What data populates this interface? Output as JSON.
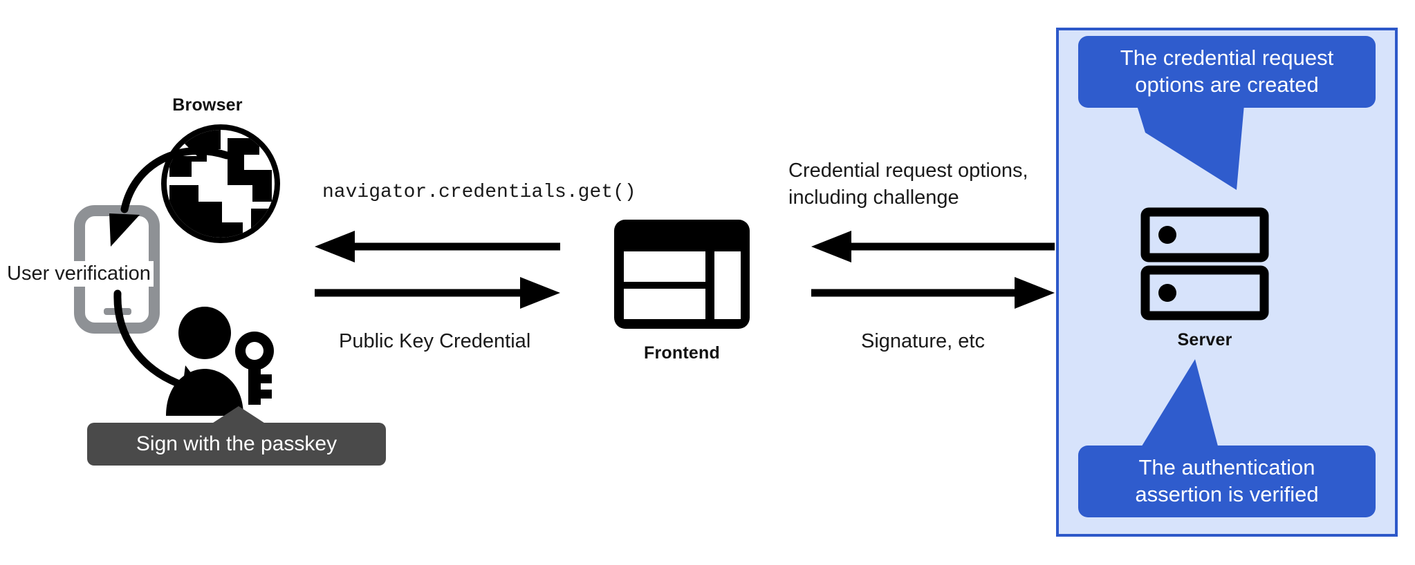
{
  "diagram": {
    "title": "WebAuthn passkey authentication flow",
    "colors": {
      "panel_fill": "#d7e3fb",
      "panel_border": "#2d58c9",
      "callout_blue": "#2f5ccd",
      "tooltip_gray": "#4a4a4a",
      "phone_gray": "#8e9195",
      "icon_black": "#000000"
    }
  },
  "browser": {
    "label": "Browser",
    "icon": "globe-icon"
  },
  "phone": {
    "icon": "smartphone-icon",
    "annotation": "User verification"
  },
  "user": {
    "icon": "person-with-key-icon",
    "tooltip": "Sign with the passkey"
  },
  "frontend": {
    "label": "Frontend",
    "icon": "web-layout-icon"
  },
  "server": {
    "label": "Server",
    "icon": "server-rack-icon",
    "callout_top": "The credential request options are created",
    "callout_top_lines": [
      "The credential request",
      "options are created"
    ],
    "callout_bottom": "The authentication assertion is verified",
    "callout_bottom_lines": [
      "The authentication",
      "assertion is verified"
    ]
  },
  "arrows": {
    "browser_to_frontend_label": "Public Key Credential",
    "frontend_to_browser_label": "navigator.credentials.get()",
    "server_to_frontend_label_line1": "Credential request options,",
    "server_to_frontend_label_line2": "including challenge",
    "frontend_to_server_label": "Signature, etc"
  }
}
